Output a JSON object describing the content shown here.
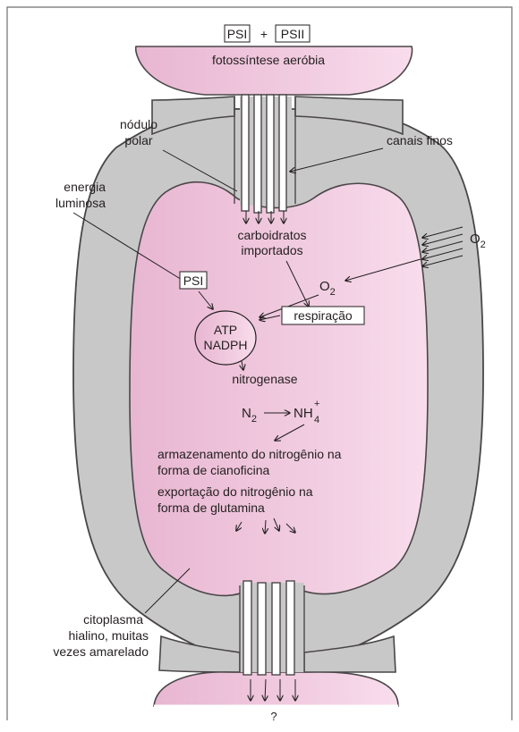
{
  "top": {
    "psi_box": "PSI",
    "plus": "+",
    "psii_box": "PSII",
    "caption": "fotossíntese aeróbia"
  },
  "labels": {
    "nodulo_line1": "nódulo",
    "nodulo_line2": "polar",
    "canais_finos": "canais finos",
    "energia_line1": "energia",
    "energia_line2": "luminosa",
    "carbo_line1": "carboidratos",
    "carbo_line2": "importados",
    "o2_outside": "O",
    "o2_outside_sub": "2",
    "o2_inside": "O",
    "o2_inside_sub": "2",
    "psi_inner": "PSI",
    "respiracao": "respiração",
    "atp": "ATP",
    "nadph": "NADPH",
    "nitrogenase": "nitrogenase",
    "n2": "N",
    "n2_sub": "2",
    "nh4": "NH",
    "nh4_sub": "4",
    "nh4_sup": "+",
    "armaz_line1": "armazenamento do nitrogênio na",
    "armaz_line2": "forma de cianoficina",
    "export_line1": "exportação do nitrogênio na",
    "export_line2": "forma de glutamina",
    "cito_line1": "citoplasma",
    "cito_line2": "hialino, muitas",
    "cito_line3": "vezes amarelado",
    "question": "?"
  },
  "colors": {
    "wall": "#c9c8c9",
    "wall_stroke": "#4a4648",
    "cytoplasm": "#f0c5dc",
    "cytoplasm_light": "#f6d8e8",
    "text": "#231f20",
    "border": "#6d6e70"
  }
}
